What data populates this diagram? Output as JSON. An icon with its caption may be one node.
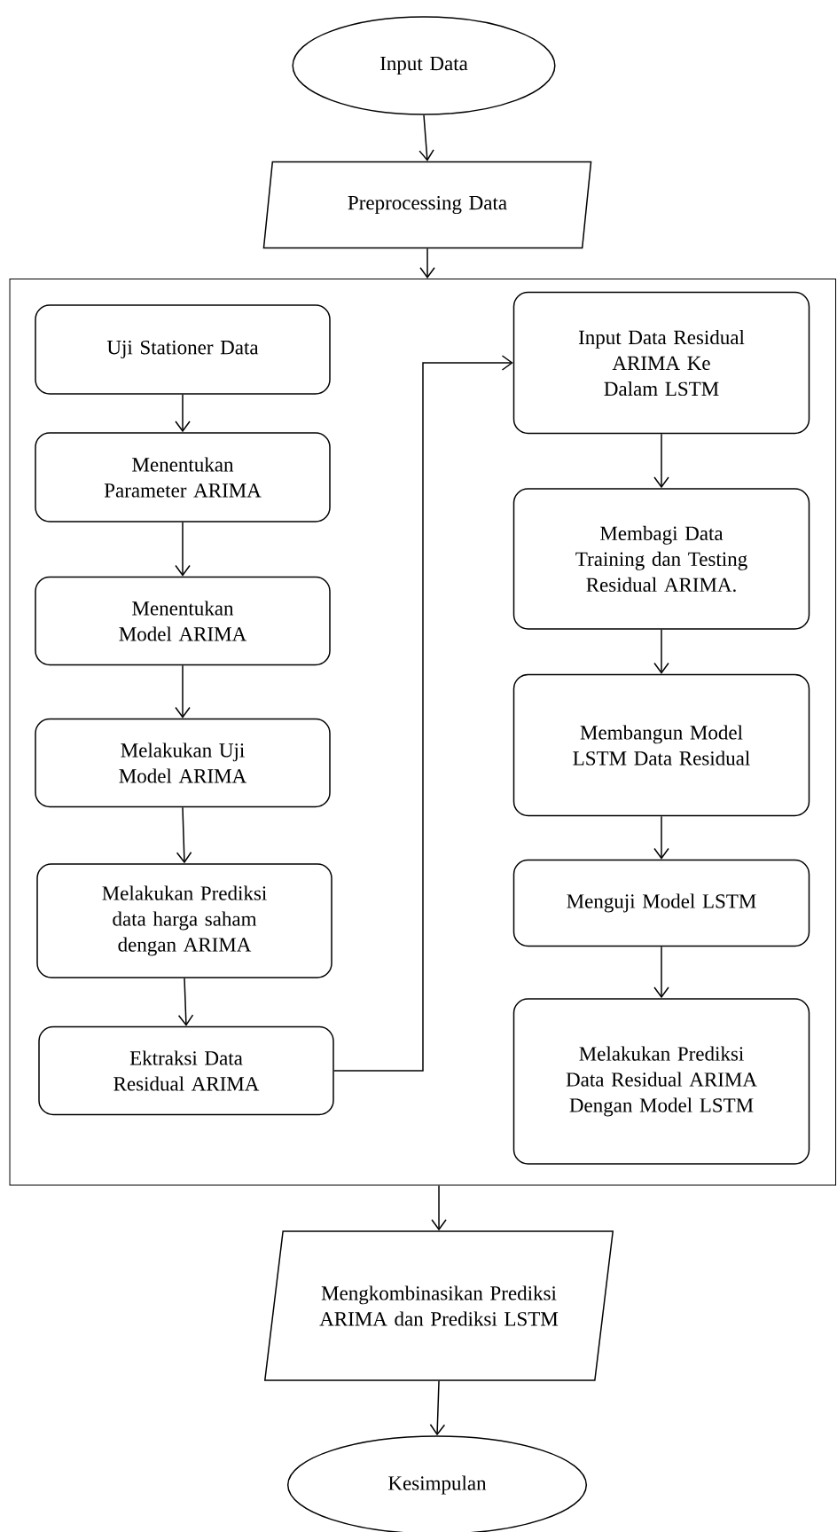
{
  "diagram": {
    "nodes": [
      {
        "text": [
          "Input Data"
        ]
      },
      {
        "text": [
          "Preprocessing Data"
        ]
      },
      {
        "text": [],
        "shape": "box"
      },
      {
        "text": [
          "Uji Stationer Data"
        ],
        "in": 2
      },
      {
        "text": [
          "Menentukan Parameter ARIMA"
        ],
        "in": 2
      },
      {
        "text": [
          "Menentukan Model ARIMA"
        ],
        "in": 2
      },
      {
        "text": [
          "Melakukan Uji Model ARIMA"
        ],
        "in": 2
      },
      {
        "text": [
          "Melakukan Prediksi data harga saham dengan ARIMA"
        ],
        "in": 2
      },
      {
        "text": [
          "Ektraksi Data Residual ARIMA"
        ],
        "in": 2
      },
      {
        "text": [
          "Input Data Residual ARIMA Ke Dalam LSTM"
        ],
        "in": 2
      },
      {
        "text": [
          "Membagi Data Training dan Testing Residual ARIMA."
        ],
        "in": 2
      },
      {
        "text": [
          "Membangun Model LSTM Data Residual"
        ],
        "in": 2
      },
      {
        "text": [
          "Menguji Model LSTM"
        ],
        "in": 2
      },
      {
        "text": [
          "Melakukan Prediksi Data Residual ARIMA Dengan Model LSTM"
        ],
        "in": 2
      },
      {
        "text": [
          "Mengkombinasikan Prediksi ARIMA dan Prediksi LSTM"
        ]
      },
      {
        "text": [
          "Kesimpulan"
        ]
      }
    ],
    "edges": [
      {
        "from": 0,
        "to": 1,
        "arrow": "to"
      },
      {
        "from": 1,
        "to": 2,
        "arrow": "to"
      },
      {
        "from": 3,
        "to": 4,
        "arrow": "to"
      },
      {
        "from": 4,
        "to": 5,
        "arrow": "to"
      },
      {
        "from": 5,
        "to": 6,
        "arrow": "to"
      },
      {
        "from": 6,
        "to": 7,
        "arrow": "to"
      },
      {
        "from": 7,
        "to": 8,
        "arrow": "to"
      },
      {
        "from": 8,
        "to": 9,
        "arrow": "to"
      },
      {
        "from": 9,
        "to": 10,
        "arrow": "to"
      },
      {
        "from": 10,
        "to": 11,
        "arrow": "to"
      },
      {
        "from": 11,
        "to": 12,
        "arrow": "to"
      },
      {
        "from": 12,
        "to": 13,
        "arrow": "to"
      },
      {
        "from": 2,
        "to": 14,
        "arrow": "to"
      },
      {
        "from": 14,
        "to": 15,
        "arrow": "to"
      }
    ]
  }
}
